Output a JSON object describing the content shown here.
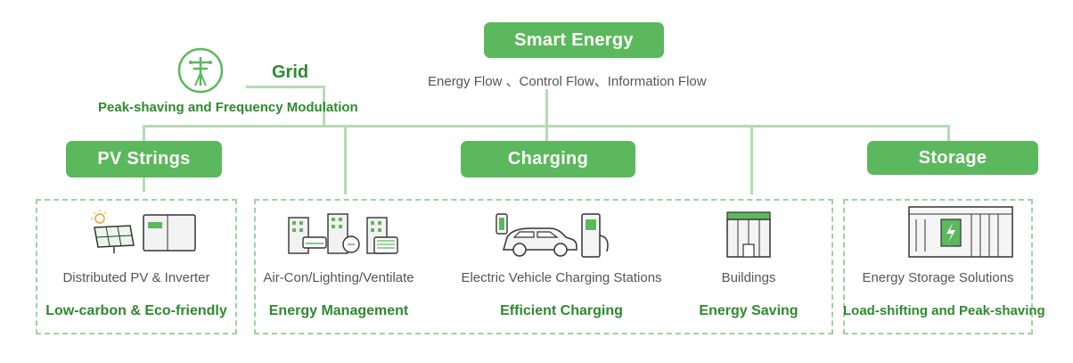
{
  "title": "Smart Energy",
  "flows_text": "Energy Flow 、Control Flow、Information Flow",
  "grid": {
    "label": "Grid",
    "caption": "Peak-shaving and Frequency Modulation",
    "icon": "power-pole-icon"
  },
  "categories": [
    {
      "name": "PV Strings"
    },
    {
      "name": "Charging"
    },
    {
      "name": "Storage"
    }
  ],
  "items": [
    {
      "label": "Distributed PV & Inverter",
      "benefit": "Low-carbon & Eco-friendly",
      "icon": "solar-inverter-icon"
    },
    {
      "label": "Air-Con/Lighting/Ventilate",
      "benefit": "Energy Management",
      "icon": "building-appliances-icon"
    },
    {
      "label": "Electric Vehicle Charging Stations",
      "benefit": "Efficient Charging",
      "icon": "ev-charger-icon"
    },
    {
      "label": "Buildings",
      "benefit": "Energy Saving",
      "icon": "building-icon"
    },
    {
      "label": "Energy Storage Solutions",
      "benefit": "Load-shifting and Peak-shaving",
      "icon": "storage-container-icon"
    }
  ],
  "colors": {
    "accent": "#5cb85c",
    "line": "#b3dcb3",
    "text_green": "#2e8a2e",
    "text_grey": "#555555"
  }
}
